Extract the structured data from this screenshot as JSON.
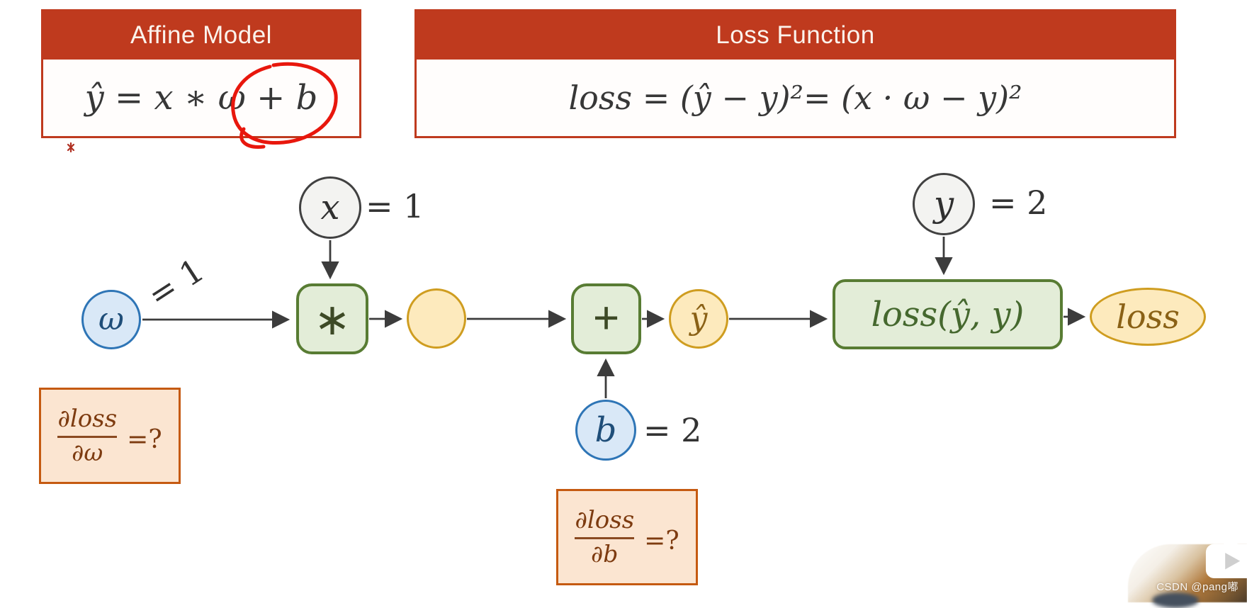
{
  "panels": {
    "affine": {
      "title": "Affine Model",
      "formula": "ŷ = x ∗ ω + b"
    },
    "loss": {
      "title": "Loss Function",
      "formula": "loss = (ŷ − y)²= (x · ω − y)²"
    }
  },
  "graph": {
    "nodes": {
      "omega": {
        "label": "ω",
        "value": "= 1",
        "type": "input"
      },
      "x": {
        "label": "x",
        "value": "= 1",
        "type": "input"
      },
      "mul": {
        "label": "∗",
        "type": "operator"
      },
      "intermediate": {
        "label": "",
        "type": "result"
      },
      "add": {
        "label": "+",
        "type": "operator"
      },
      "b": {
        "label": "b",
        "value": "= 2",
        "type": "input"
      },
      "y_hat": {
        "label": "ŷ",
        "type": "result"
      },
      "y": {
        "label": "y",
        "value": "= 2",
        "type": "input"
      },
      "loss_fn": {
        "label": "loss(ŷ, y)",
        "type": "operator"
      },
      "loss_out": {
        "label": "loss",
        "type": "result"
      }
    },
    "edges": [
      "omega→mul",
      "x→mul",
      "mul→intermediate",
      "intermediate→add",
      "b→add",
      "add→y_hat",
      "y_hat→loss_fn",
      "y→loss_fn",
      "loss_fn→loss_out"
    ]
  },
  "questions": {
    "d_omega": {
      "numerator": "∂loss",
      "denominator": "∂ω",
      "suffix": "=?"
    },
    "d_b": {
      "numerator": "∂loss",
      "denominator": "∂b",
      "suffix": "=?"
    }
  },
  "watermark": "CSDN @pang嘟",
  "colors": {
    "header_red": "#bf3a1e",
    "annotation_red": "#e8170d",
    "green_fill": "#e3edd8",
    "green_border": "#587c33",
    "green_text": "#45682e",
    "gold_fill": "#fdeabd",
    "gold_border": "#cf9d20",
    "gold_text": "#8a6116",
    "blue_fill": "#d9e8f7",
    "blue_border": "#2e75b6",
    "gray_fill": "#f3f3f1",
    "orange_fill": "#fbe5d1",
    "orange_border": "#c55a11",
    "ink": "#373737"
  }
}
